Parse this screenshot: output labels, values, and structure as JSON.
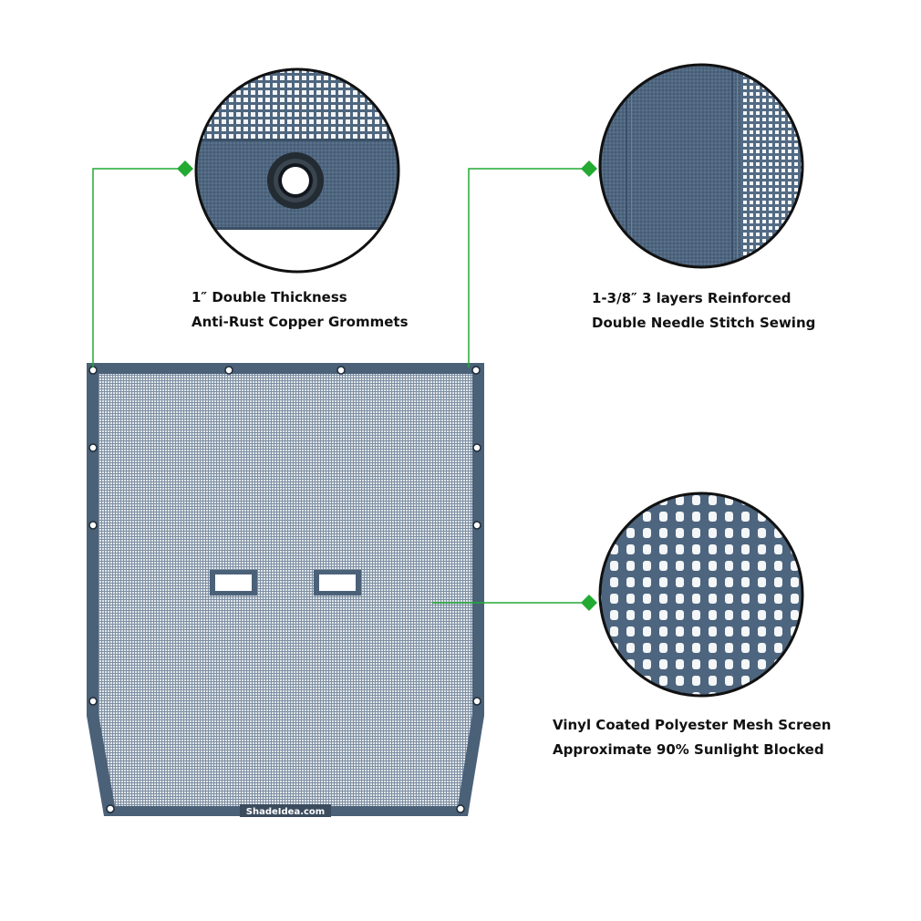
{
  "callouts": {
    "grommet": {
      "line1": "1″ Double Thickness",
      "line2": "Anti-Rust Copper Grommets"
    },
    "stitch": {
      "line1": "1-3/8″ 3 layers Reinforced",
      "line2": "Double Needle Stitch Sewing"
    },
    "mesh": {
      "line1": "Vinyl Coated Polyester Mesh Screen",
      "line2": "Approximate 90% Sunlight Blocked"
    }
  },
  "product": {
    "watermark": "ShadeIdea.com",
    "colors": {
      "fabric": "#4f6680",
      "border": "#4a6178",
      "mesh_background": "#dfe3e8",
      "callout_line": "#22aa33",
      "callout_diamond": "#22aa33"
    }
  }
}
